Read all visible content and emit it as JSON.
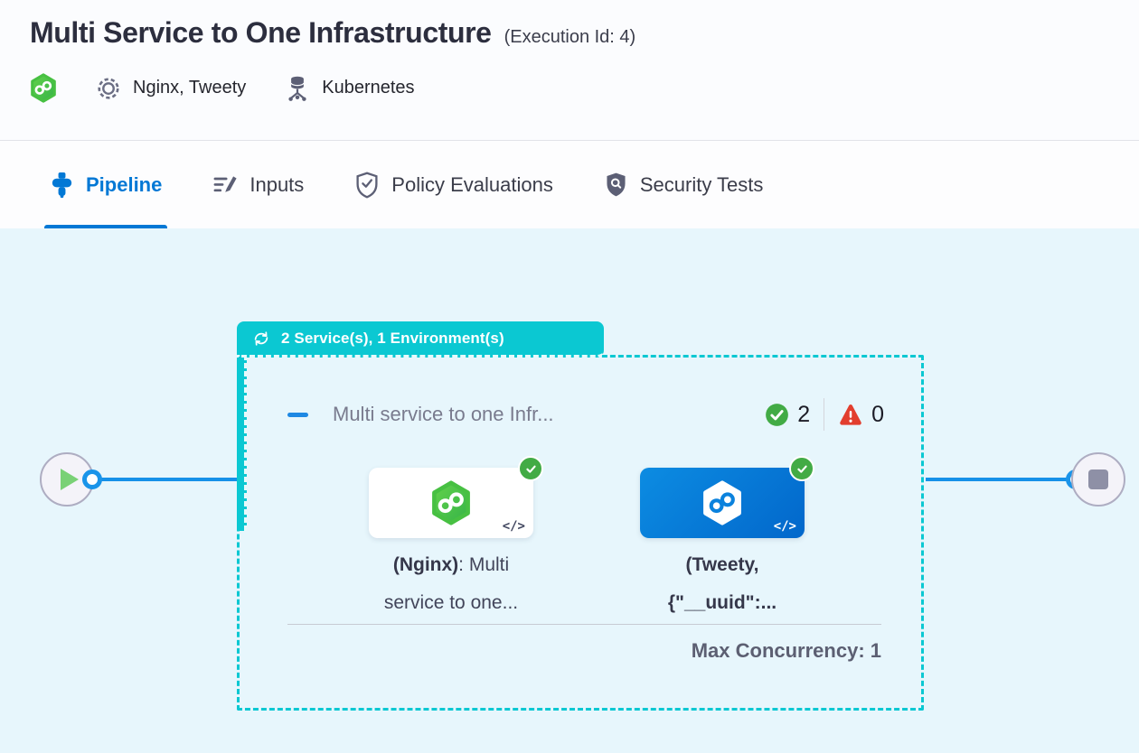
{
  "header": {
    "title": "Multi Service to One Infrastructure",
    "execution_id": "(Execution Id: 4)",
    "services": "Nginx, Tweety",
    "infrastructure": "Kubernetes"
  },
  "tabs": [
    {
      "label": "Pipeline",
      "icon": "pipeline-icon",
      "active": true
    },
    {
      "label": "Inputs",
      "icon": "inputs-icon",
      "active": false
    },
    {
      "label": "Policy Evaluations",
      "icon": "policy-check-icon",
      "active": false
    },
    {
      "label": "Security Tests",
      "icon": "security-shield-icon",
      "active": false
    }
  ],
  "canvas": {
    "group_badge": {
      "icon": "looping-arrows-icon",
      "label": "2 Service(s), 1 Environment(s)"
    },
    "stage": {
      "title": "Multi service to one Infr...",
      "success_count": "2",
      "error_count": "0",
      "max_concurrency": "Max Concurrency: 1",
      "services": [
        {
          "line1_bold": "(Nginx)",
          "line1_rest": ": Multi",
          "line2": "service to one...",
          "code_glyph": "</>",
          "card_style": "white"
        },
        {
          "line1_bold": "(Tweety,",
          "line1_rest": "",
          "line2": "{\"__uuid\":...",
          "code_glyph": "</>",
          "card_style": "blue"
        }
      ]
    },
    "nodes": {
      "start": "play-icon",
      "end": "stop-icon"
    }
  },
  "colors": {
    "accent_teal": "#0bc8d2",
    "primary_blue": "#0278d5",
    "edge_blue": "#1691e8",
    "success_green": "#42ab45",
    "error_red": "#e23e2e",
    "canvas_bg": "#e7f6fc",
    "harness_green": "#47c042"
  }
}
